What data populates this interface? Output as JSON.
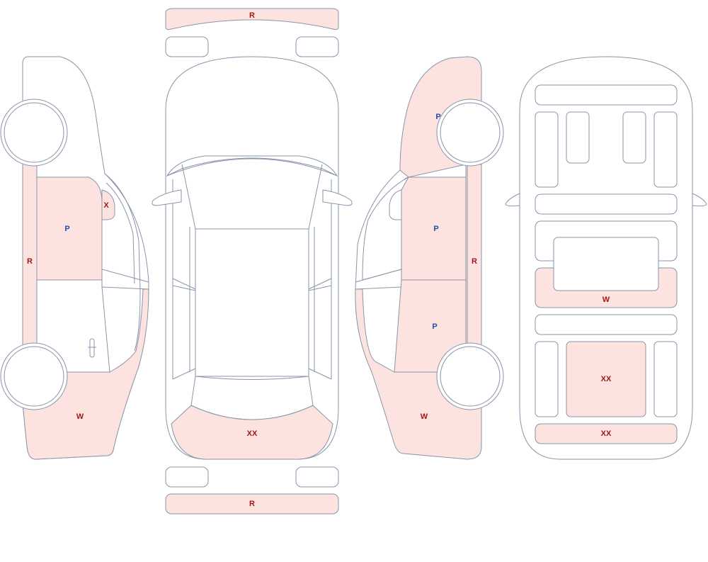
{
  "colors": {
    "outline": "#8a94aa",
    "damaged_fill": "#fde3e0",
    "code_red": "#a01818",
    "code_blue": "#1f4fa8"
  },
  "views": {
    "left_side": {
      "rocker_code": "R",
      "front_door_code": "P",
      "mirror_code": "X",
      "front_fender_code": "W"
    },
    "top": {
      "front_bumper_code": "R",
      "hood_code": "XX",
      "rear_bumper_code": "R"
    },
    "right_side": {
      "rear_fender_code": "P",
      "rear_door_code": "P",
      "front_door_code": "P",
      "rocker_code": "R",
      "front_fender_code": "W"
    },
    "interior": {
      "middle_panel_code": "W",
      "center_panel_code": "XX",
      "front_panel_code": "XX"
    }
  }
}
